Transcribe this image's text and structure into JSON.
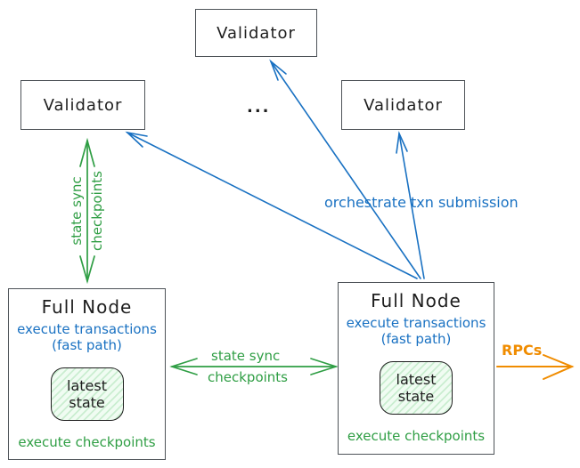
{
  "colors": {
    "blue": "#1971c2",
    "green": "#2f9e44",
    "orange": "#f08c00",
    "ink": "#1e1e1e",
    "border": "#4e5358"
  },
  "nodes": {
    "validator_top": {
      "label": "Validator"
    },
    "validator_left": {
      "label": "Validator"
    },
    "validator_right": {
      "label": "Validator"
    },
    "ellipsis": "...",
    "full_node_left": {
      "title": "Full Node",
      "blue_line1": "execute transactions",
      "blue_line2": "(fast path)",
      "state_line1": "latest",
      "state_line2": "state",
      "green_line": "execute checkpoints"
    },
    "full_node_right": {
      "title": "Full Node",
      "blue_line1": "execute transactions",
      "blue_line2": "(fast path)",
      "state_line1": "latest",
      "state_line2": "state",
      "green_line": "execute checkpoints"
    }
  },
  "edges": {
    "vertical_sync": {
      "line1": "state sync",
      "line2": "checkpoints"
    },
    "horizontal_sync": {
      "line1": "state sync",
      "line2": "checkpoints"
    },
    "orchestrate": {
      "label": "orchestrate txn submission"
    },
    "rpcs": {
      "label": "RPCs"
    }
  }
}
